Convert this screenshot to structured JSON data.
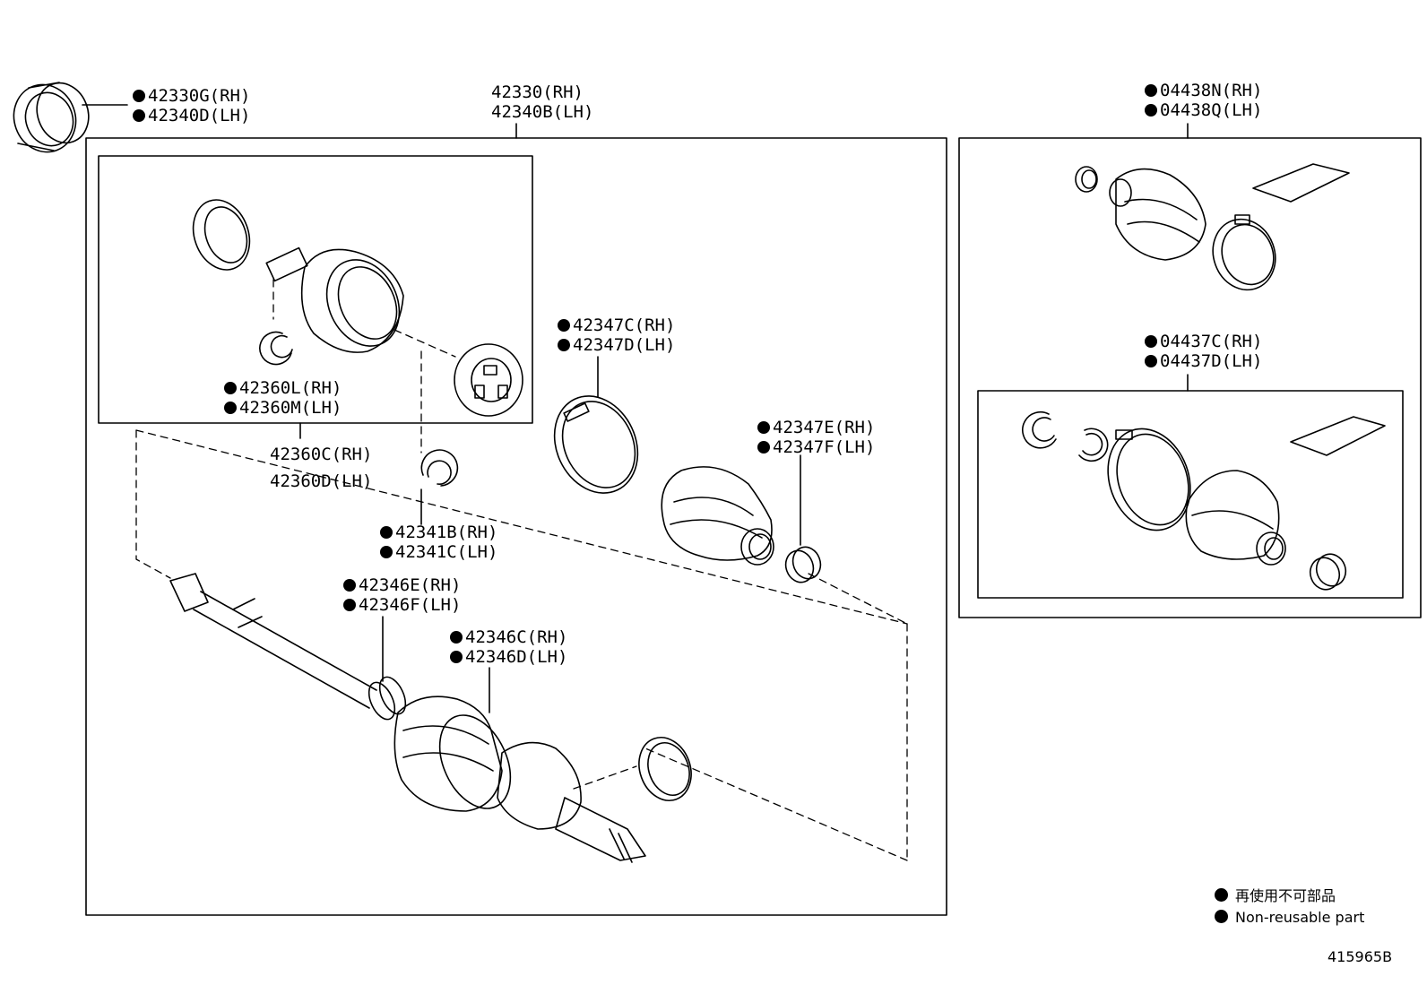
{
  "labels": {
    "outer_ring": [
      "42330G(RH)",
      "42340D(LH)"
    ],
    "shaft_assy": [
      "42330(RH)",
      "42340B(LH)"
    ],
    "boot_kit_outer": [
      "04438N(RH)",
      "04438Q(LH)"
    ],
    "clip_outer_joint": [
      "42360L(RH)",
      "42360M(LH)"
    ],
    "outer_joint_assy": [
      "42360C(RH)",
      "42360D(LH)"
    ],
    "band_large": [
      "42347C(RH)",
      "42347D(LH)"
    ],
    "band_small": [
      "42347E(RH)",
      "42347F(LH)"
    ],
    "snap_ring": [
      "42341B(RH)",
      "42341C(LH)"
    ],
    "band_shaft": [
      "42346E(RH)",
      "42346F(LH)"
    ],
    "band_inner": [
      "42346C(RH)",
      "42346D(LH)"
    ],
    "boot_kit_inner": [
      "04437C(RH)",
      "04437D(LH)"
    ]
  },
  "legend": {
    "line1": "再使用不可部品",
    "line2": "Non-reusable part"
  },
  "figure_id": "415965B",
  "colors": {
    "ink": "#000000",
    "paper": "#ffffff"
  }
}
